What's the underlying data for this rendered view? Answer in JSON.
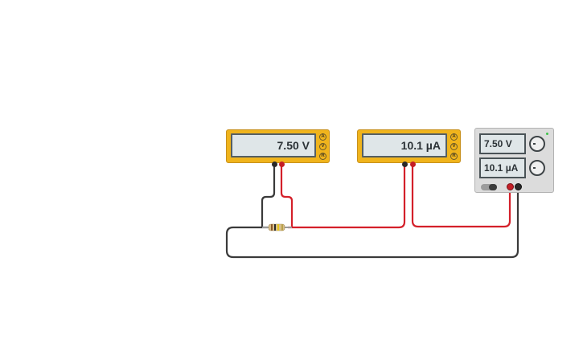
{
  "voltmeter": {
    "reading": "7.50 V",
    "modes": [
      "A",
      "V",
      "R"
    ]
  },
  "ammeter": {
    "reading": "10.1 µA",
    "modes": [
      "A",
      "V",
      "R"
    ]
  },
  "power_supply": {
    "voltage": "7.50 V",
    "current": "10.1 µA"
  },
  "colors": {
    "meter_body": "#f0b41c",
    "screen": "#dfe6e8",
    "wire_red": "#d4202a",
    "wire_black": "#3a3a3a",
    "psu_body": "#dcdcdc"
  }
}
